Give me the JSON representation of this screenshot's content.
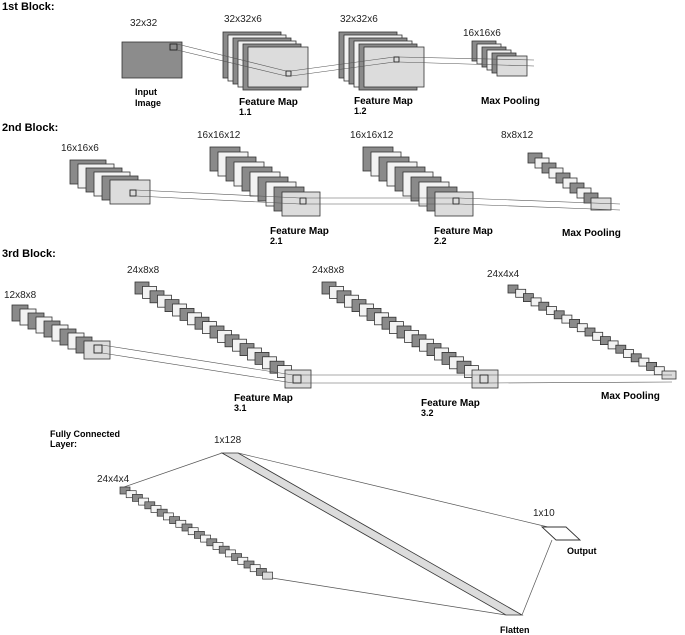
{
  "blocks": [
    {
      "title": "1st Block:",
      "input": {
        "dim": "32x32",
        "label_line1": "Input",
        "label_line2": "Image"
      },
      "fm1": {
        "dim": "32x32x6",
        "label_line1": "Feature Map",
        "label_line2": "1.1"
      },
      "fm2": {
        "dim": "32x32x6",
        "label_line1": "Feature Map",
        "label_line2": "1.2"
      },
      "pool": {
        "dim": "16x16x6",
        "label": "Max Pooling"
      }
    },
    {
      "title": "2nd Block:",
      "input": {
        "dim": "16x16x6"
      },
      "fm1": {
        "dim": "16x16x12",
        "label_line1": "Feature Map",
        "label_line2": "2.1"
      },
      "fm2": {
        "dim": "16x16x12",
        "label_line1": "Feature Map",
        "label_line2": "2.2"
      },
      "pool": {
        "dim": "8x8x12",
        "label": "Max Pooling"
      }
    },
    {
      "title": "3rd Block:",
      "input": {
        "dim": "12x8x8"
      },
      "fm1": {
        "dim": "24x8x8",
        "label_line1": "Feature Map",
        "label_line2": "3.1"
      },
      "fm2": {
        "dim": "24x8x8",
        "label_line1": "Feature Map",
        "label_line2": "3.2"
      },
      "pool": {
        "dim": "24x4x4",
        "label": "Max Pooling"
      }
    }
  ],
  "fc": {
    "title_line1": "Fully Connected",
    "title_line2": "Layer:",
    "input_dim": "24x4x4",
    "dense_dim": "1x128",
    "flatten_label": "Flatten",
    "output_dim": "1x10",
    "output_label": "Output"
  },
  "colors": {
    "dark_face": "#8a8a8a",
    "mid_face": "#b4b4b4",
    "light_face": "#dcdcdc",
    "stroke": "#333333",
    "edge": "#555555"
  }
}
